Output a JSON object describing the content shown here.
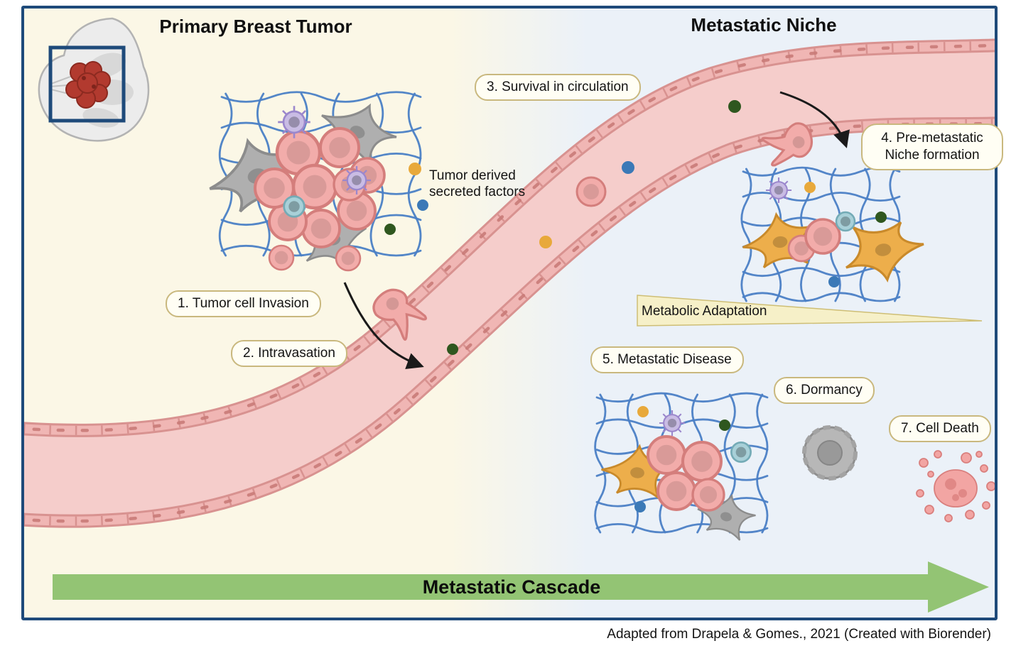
{
  "figure": {
    "title_left": "Primary Breast Tumor",
    "title_right": "Metastatic Niche",
    "credit": "Adapted from Drapela & Gomes., 2021 (Created with Biorender)"
  },
  "steps": [
    {
      "label": "1. Tumor cell Invasion"
    },
    {
      "label": "2. Intravasation"
    },
    {
      "label": "3. Survival in circulation"
    },
    {
      "label": "4. Pre-metastatic Niche formation"
    },
    {
      "label": "5. Metastatic Disease"
    },
    {
      "label": "6. Dormancy"
    },
    {
      "label": "7. Cell Death"
    }
  ],
  "annotations": {
    "secreted_factors": "Tumor derived secreted factors",
    "metabolic_adaptation": "Metabolic Adaptation",
    "cascade": "Metastatic Cascade"
  },
  "colors": {
    "border_navy": "#1E4A7A",
    "left_bg": "#FBF7E6",
    "right_bg": "#EBF1F8",
    "label_border": "#C9B87E",
    "label_bg": "#FFFEF4",
    "vessel_fill": "#F5CDCB",
    "ecm_blue": "#4B80C6",
    "tumor_cell": "#F2ACAA",
    "tumor_cell_border": "#D47E7C",
    "fibroblast_orange": "#EDAE4B",
    "immune_purple": "#C9BCE4",
    "macrophage_teal": "#A8D0D8",
    "dot_yellow": "#E8A93B",
    "dot_blue": "#3B79B7",
    "dot_green": "#2F571F",
    "tumor_red": "#B23A2F",
    "cascade_green": "#93C474"
  }
}
